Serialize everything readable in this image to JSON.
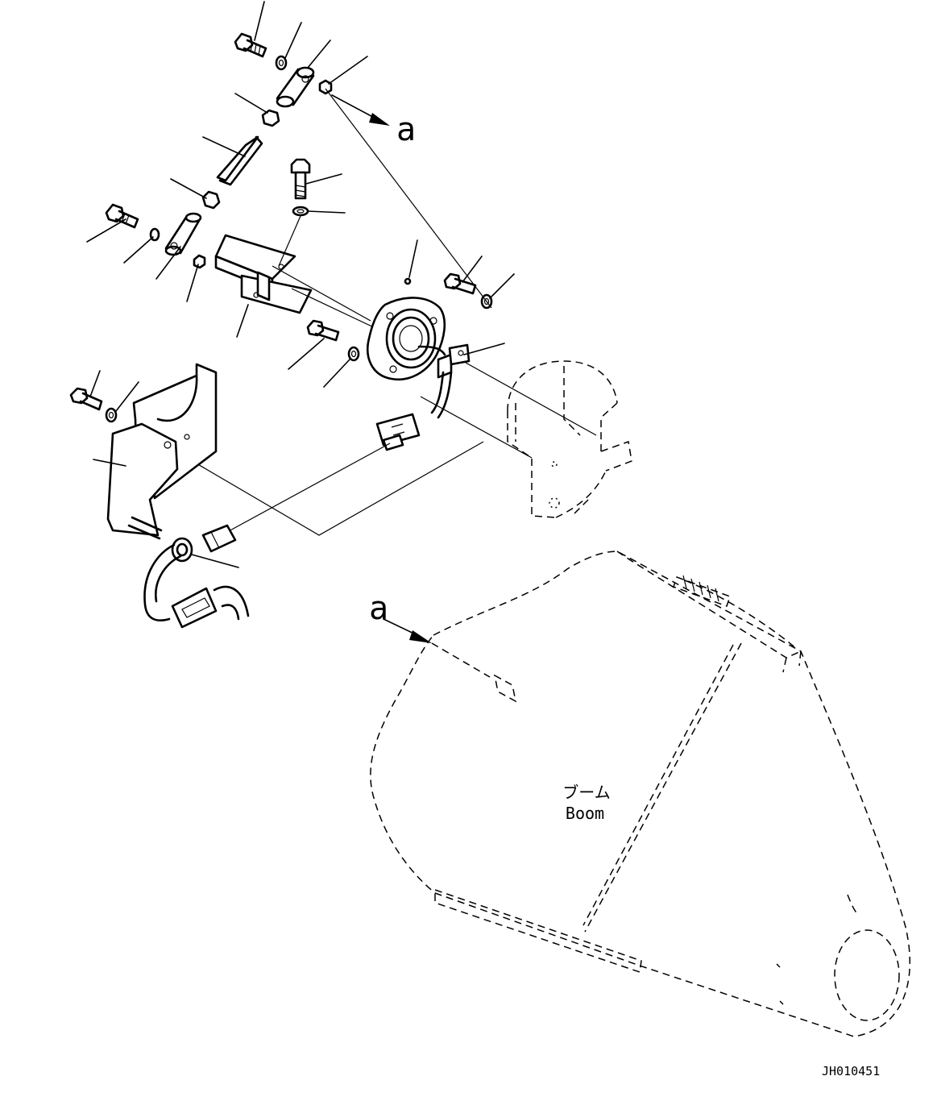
{
  "view_marker": {
    "letter": "a"
  },
  "boom": {
    "label_ja": "ブーム",
    "label_en": "Boom"
  },
  "drawing_number": "JH010451"
}
